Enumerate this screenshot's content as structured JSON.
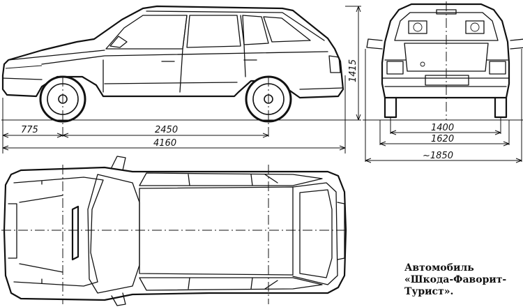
{
  "dimensions": {
    "front_overhang": "775",
    "wheelbase": "2450",
    "overall_length": "4160",
    "height": "1415",
    "front_track": "1400",
    "rear_track": "1620",
    "width": "~1850"
  },
  "caption": {
    "line1": "Автомобиль",
    "line2": "«Шкода-Фаворит-",
    "line3": "Турист»."
  }
}
